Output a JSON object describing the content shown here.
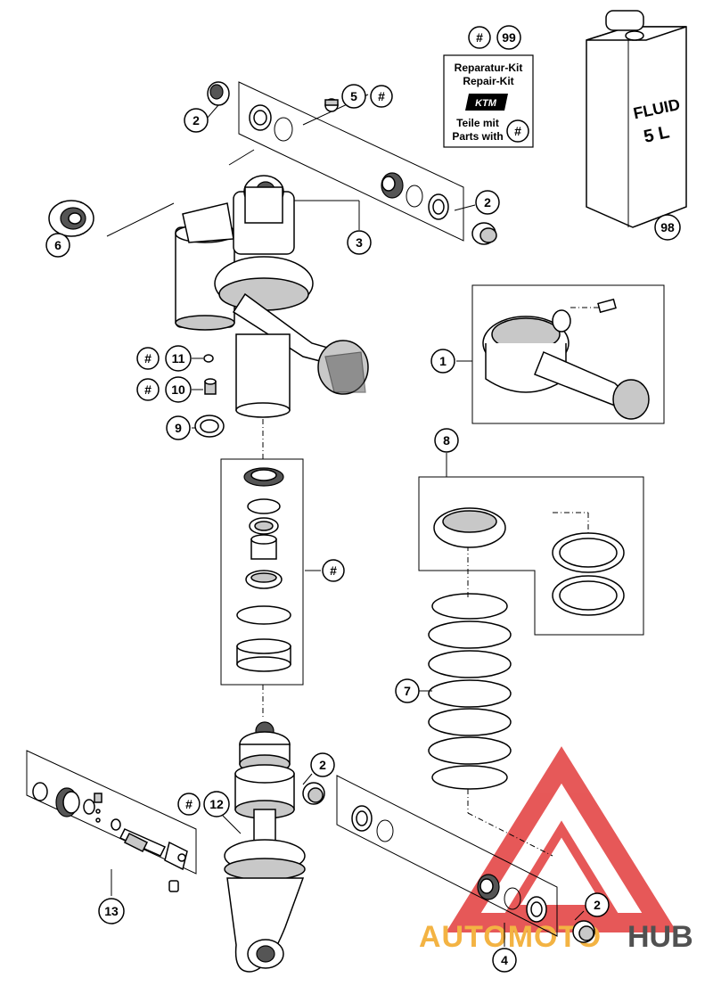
{
  "callouts": {
    "c1": "1",
    "c2a": "2",
    "c2b": "2",
    "c2c": "2",
    "c2d": "2",
    "c3": "3",
    "c4": "4",
    "c5": "5",
    "c6": "6",
    "c7": "7",
    "c8": "8",
    "c9": "9",
    "c10": "10",
    "c11": "11",
    "c12": "12",
    "c13": "13",
    "c98": "98",
    "c99": "99",
    "h1": "#",
    "h2": "#",
    "h3": "#",
    "h4": "#",
    "h5": "#",
    "h6": "#"
  },
  "repair_kit": {
    "line1": "Reparatur-Kit",
    "line2": "Repair-Kit",
    "logo": "KTM",
    "line3": "Teile mit",
    "line4": "Parts with",
    "hash": "#"
  },
  "fluid_can": {
    "line1": "FLUID",
    "line2": "5 L"
  },
  "watermark": {
    "part1": "AUTOMOTO",
    "part2": "HUB",
    "colors": {
      "triangle": "#e23c3c",
      "part1": "#f2a623",
      "part2": "#333333"
    }
  }
}
